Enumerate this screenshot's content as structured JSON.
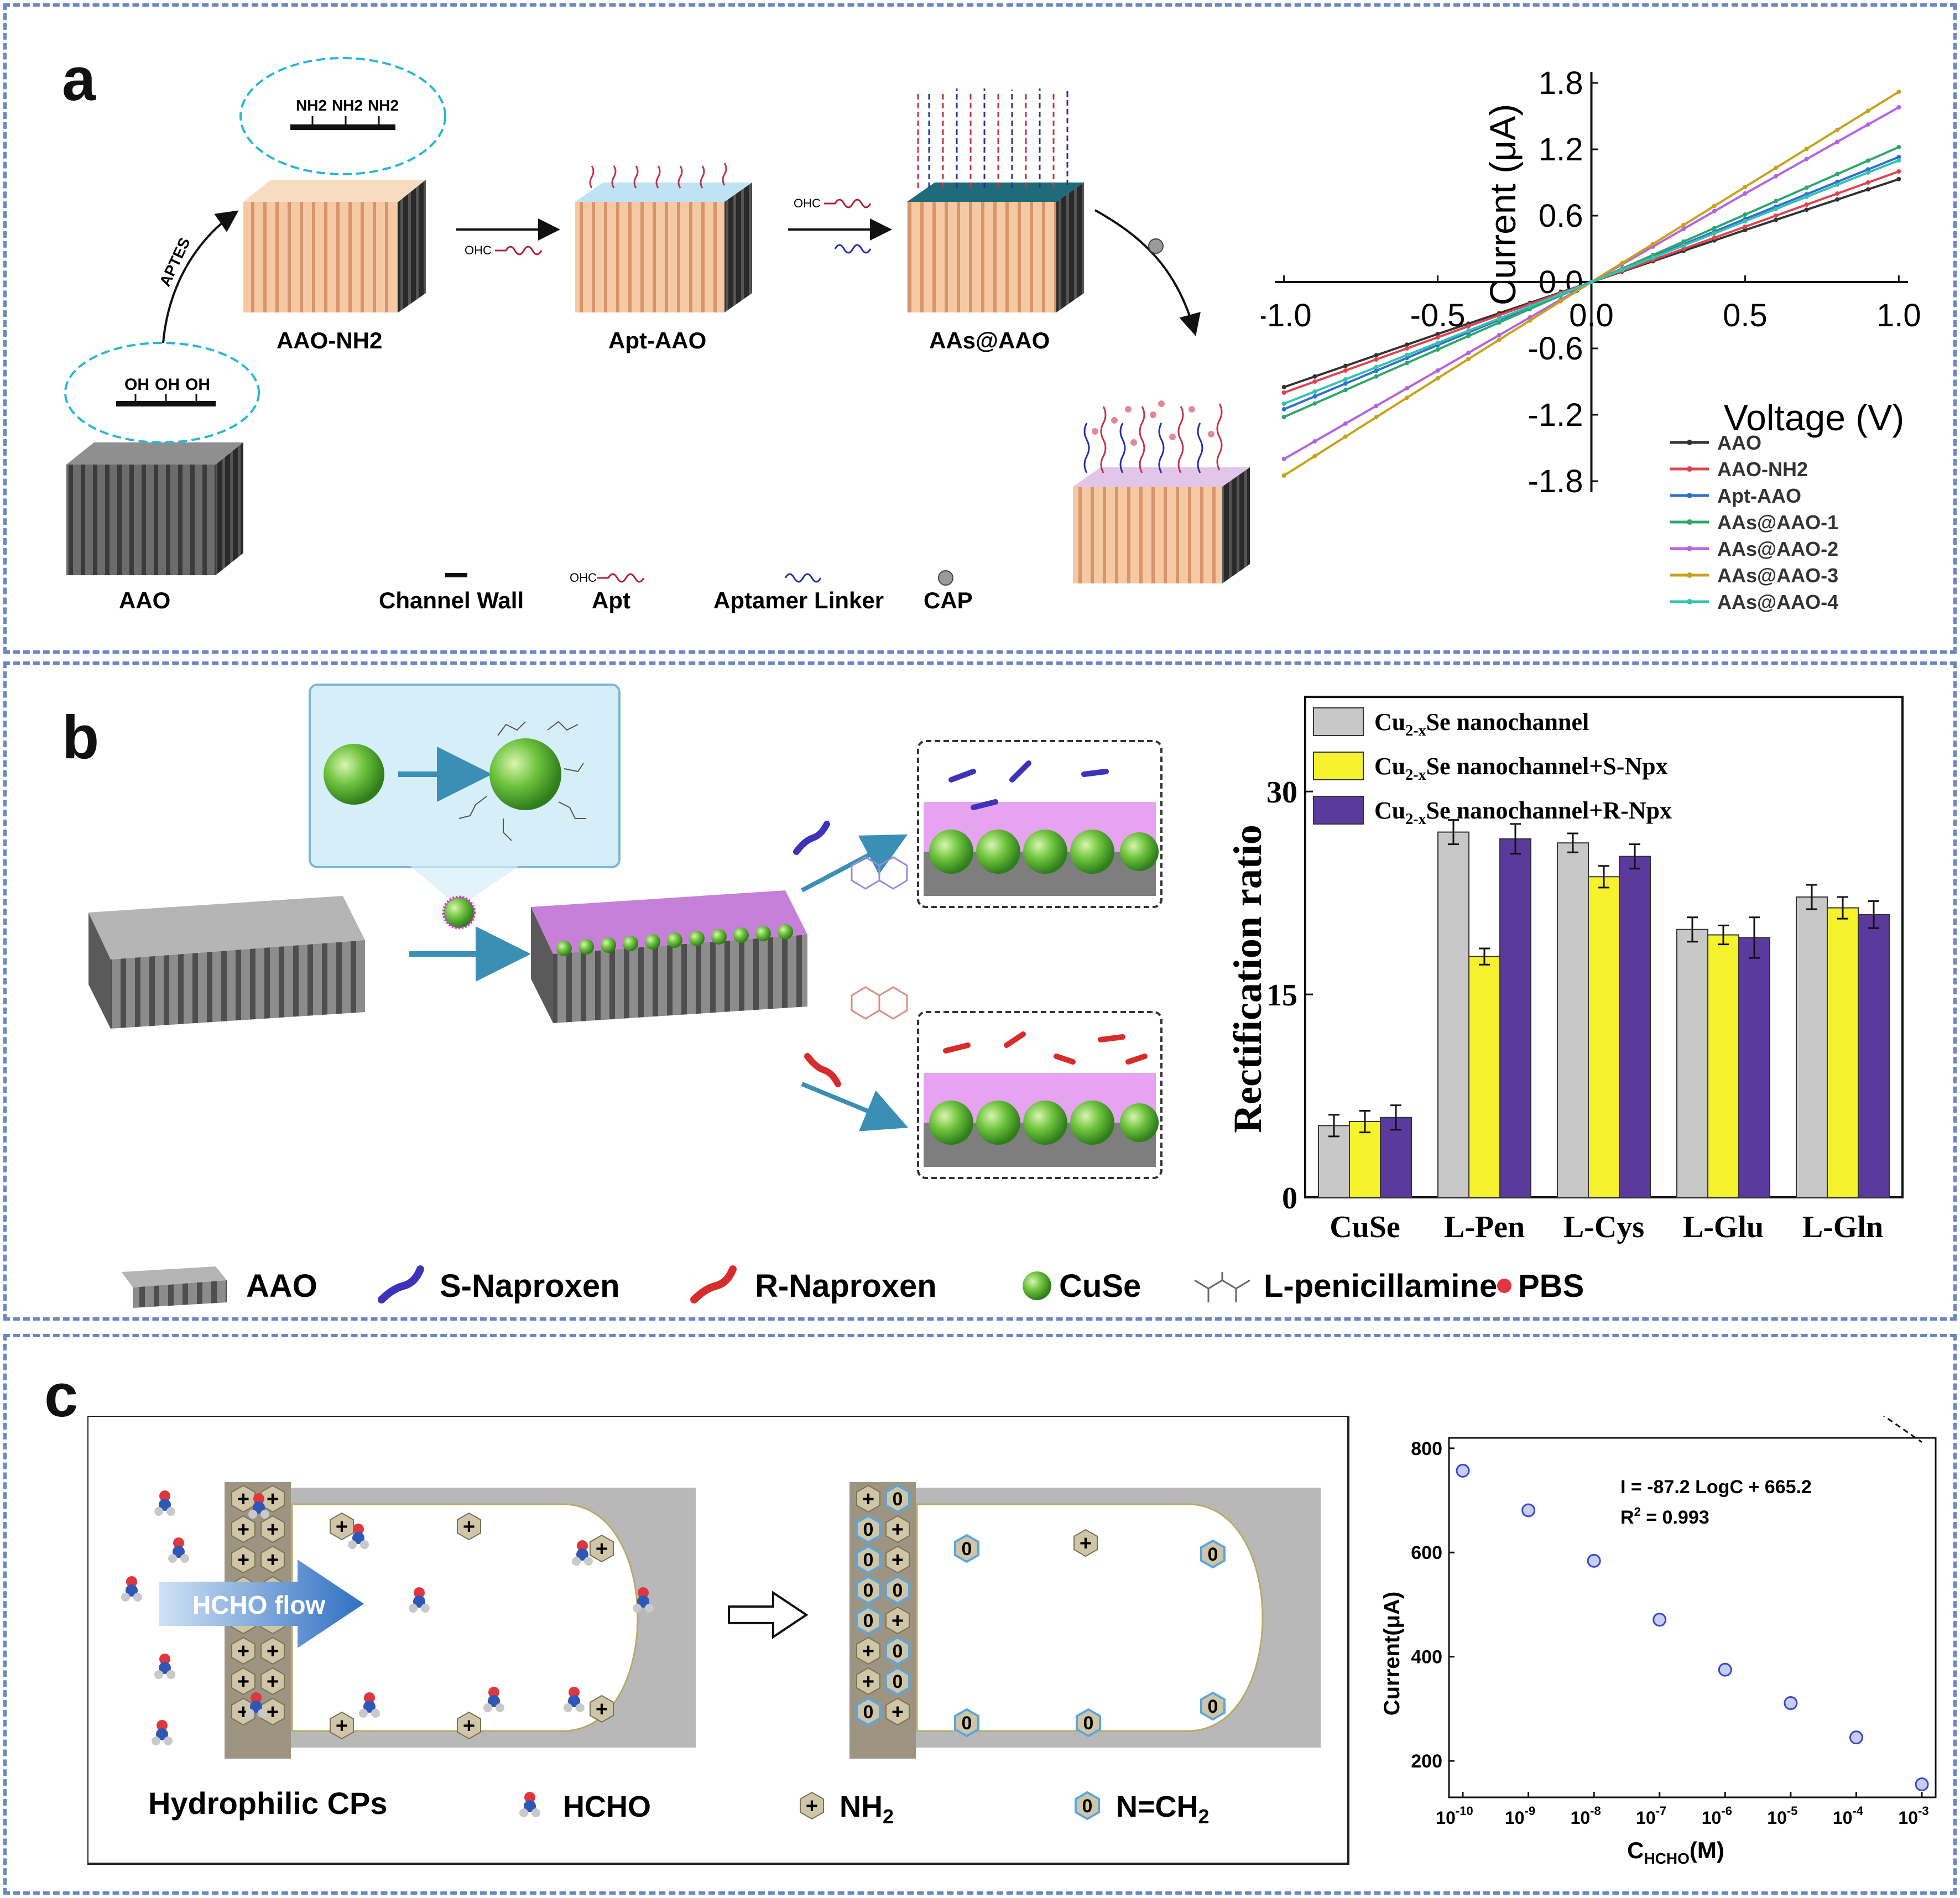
{
  "panels": {
    "a": {
      "label": "a",
      "scheme": {
        "aptes": "APTES",
        "oh_groups": [
          "OH",
          "OH",
          "OH"
        ],
        "nh2_groups": [
          "NH2",
          "NH2",
          "NH2"
        ],
        "ohc_1": "OHC",
        "ohc_2": "OHC",
        "stages": [
          "AAO",
          "AAO-NH2",
          "Apt-AAO",
          "AAs@AAO"
        ],
        "legend": [
          {
            "icon": "channel-wall-bar",
            "label": "Channel Wall"
          },
          {
            "icon": "apt-strand",
            "label": "Apt",
            "prefix": "OHC"
          },
          {
            "icon": "aptamer-linker-strand",
            "label": "Aptamer Linker"
          },
          {
            "icon": "cap-sphere",
            "label": "CAP"
          }
        ]
      },
      "chart_data": {
        "type": "line",
        "xlabel": "Voltage (V)",
        "ylabel": "Current (μA)",
        "xlim": [
          -1.0,
          1.0
        ],
        "ylim": [
          -1.8,
          1.8
        ],
        "xticks": [
          "-1.0",
          "-0.5",
          "0.0",
          "0.5",
          "1.0"
        ],
        "yticks": [
          "-1.8",
          "-1.2",
          "-0.6",
          "0.0",
          "0.6",
          "1.2",
          "1.8"
        ],
        "legend_position": "bottom-right",
        "x": [
          -1.0,
          -0.5,
          0.0,
          0.5,
          1.0
        ],
        "series": [
          {
            "name": "AAO",
            "color": "#333333",
            "values": [
              -0.95,
              -0.47,
              0.0,
              0.47,
              0.93
            ]
          },
          {
            "name": "AAO-NH2",
            "color": "#e0434f",
            "values": [
              -1.0,
              -0.5,
              0.0,
              0.5,
              1.0
            ]
          },
          {
            "name": "Apt-AAO",
            "color": "#2f6fd1",
            "values": [
              -1.15,
              -0.57,
              0.0,
              0.57,
              1.13
            ]
          },
          {
            "name": "AAs@AAO-1",
            "color": "#2ca86a",
            "values": [
              -1.22,
              -0.61,
              0.0,
              0.61,
              1.22
            ]
          },
          {
            "name": "AAs@AAO-2",
            "color": "#b562e0",
            "values": [
              -1.6,
              -0.8,
              0.0,
              0.8,
              1.58
            ]
          },
          {
            "name": "AAs@AAO-3",
            "color": "#c9a11a",
            "values": [
              -1.75,
              -0.87,
              0.0,
              0.86,
              1.72
            ]
          },
          {
            "name": "AAs@AAO-4",
            "color": "#35c2b0",
            "values": [
              -1.1,
              -0.55,
              0.0,
              0.55,
              1.1
            ]
          }
        ]
      }
    },
    "b": {
      "label": "b",
      "legend": [
        {
          "icon": "aao-block",
          "label": "AAO"
        },
        {
          "icon": "s-naproxen-molecule",
          "label": "S-Naproxen"
        },
        {
          "icon": "r-naproxen-molecule",
          "label": "R-Naproxen"
        },
        {
          "icon": "cuse-sphere",
          "label": "CuSe"
        },
        {
          "icon": "l-penicillamine-structure",
          "label": "L-penicillamine"
        },
        {
          "icon": "pbs-dot",
          "label": "PBS"
        }
      ],
      "chart_data": {
        "type": "bar",
        "ylabel": "Rectification ratio",
        "ylim": [
          0,
          37
        ],
        "yticks": [
          "0",
          "15",
          "30"
        ],
        "categories": [
          "CuSe",
          "L-Pen",
          "L-Cys",
          "L-Glu",
          "L-Gln"
        ],
        "legend_position": "top",
        "series": [
          {
            "name": "Cu2-xSe nanochannel",
            "name_main": "Cu",
            "name_sub": "2-x",
            "name_rest": "Se nanochannel",
            "color": "#c8c8c8",
            "values": [
              5.3,
              27.0,
              26.2,
              19.8,
              22.2
            ],
            "errors": [
              0.8,
              0.9,
              0.7,
              0.9,
              0.9
            ]
          },
          {
            "name": "Cu2-xSe nanochannel+S-Npx",
            "name_main": "Cu",
            "name_sub": "2-x",
            "name_rest": "Se nanochannel+S-Npx",
            "color": "#f6f22d",
            "values": [
              5.6,
              17.8,
              23.7,
              19.4,
              21.4
            ],
            "errors": [
              0.8,
              0.6,
              0.8,
              0.7,
              0.8
            ]
          },
          {
            "name": "Cu2-xSe nanochannel+R-Npx",
            "name_main": "Cu",
            "name_sub": "2-x",
            "name_rest": "Se nanochannel+R-Npx",
            "color": "#5a3a9c",
            "values": [
              5.9,
              26.5,
              25.2,
              19.2,
              20.9
            ],
            "errors": [
              0.9,
              1.1,
              0.9,
              1.5,
              1.0
            ]
          }
        ]
      }
    },
    "c": {
      "label": "c",
      "flow_label": "HCHO flow",
      "caption": "Hydrophilic CPs",
      "plus_symbol": "+",
      "zero_symbol": "0",
      "legend": [
        {
          "icon": "hcho-molecule",
          "label": "HCHO"
        },
        {
          "icon": "nh2-hexagon",
          "label": "NH",
          "sub": "2"
        },
        {
          "icon": "n-ch2-hexagon",
          "label": "N=CH",
          "sub": "2"
        }
      ],
      "chart_data": {
        "type": "scatter",
        "xlabel": "CHCHO(M)",
        "xlabel_main": "C",
        "xlabel_sub": "HCHO",
        "xlabel_rest": "(M)",
        "ylabel": "Current(μA)",
        "xscale": "log",
        "xlim": [
          -10,
          -3
        ],
        "ylim": [
          130,
          820
        ],
        "xticks": [
          {
            "base": "10",
            "exp": "-10"
          },
          {
            "base": "10",
            "exp": "-9"
          },
          {
            "base": "10",
            "exp": "-8"
          },
          {
            "base": "10",
            "exp": "-7"
          },
          {
            "base": "10",
            "exp": "-6"
          },
          {
            "base": "10",
            "exp": "-5"
          },
          {
            "base": "10",
            "exp": "-4"
          },
          {
            "base": "10",
            "exp": "-3"
          }
        ],
        "yticks": [
          "200",
          "400",
          "600",
          "800"
        ],
        "x": [
          -10,
          -9,
          -8,
          -7,
          -6,
          -5,
          -4,
          -3
        ],
        "y": [
          757,
          681,
          584,
          471,
          375,
          311,
          245,
          155
        ],
        "fit": {
          "slope": -87.2,
          "intercept": 665.2
        },
        "equation": "I = -87.2 LogC + 665.2",
        "r2_main": "R",
        "r2_sup": "2",
        "r2_rest": " = 0.993"
      }
    }
  }
}
